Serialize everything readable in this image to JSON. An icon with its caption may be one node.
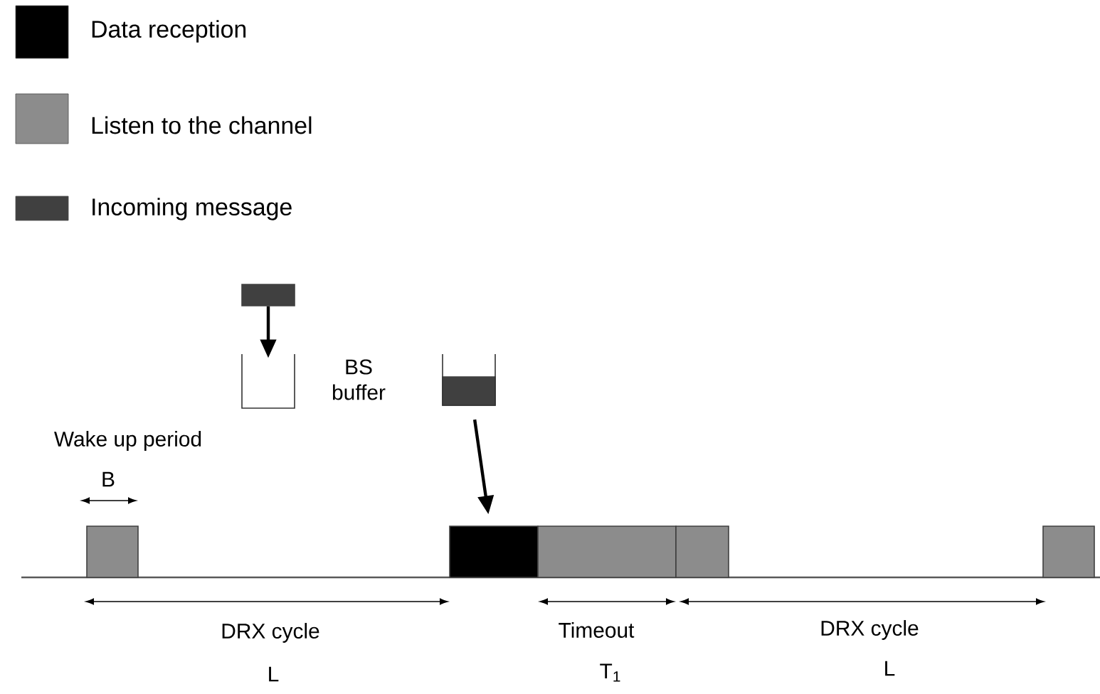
{
  "diagram": {
    "nodes": [
      {
        "text": [],
        "shape": "bar"
      },
      {
        "text": [],
        "shape": "container"
      },
      {
        "text": [],
        "shape": "container"
      },
      {
        "text": [],
        "shape": "box"
      },
      {
        "text": [],
        "shape": "box"
      },
      {
        "text": [],
        "shape": "box"
      },
      {
        "text": [],
        "shape": "box"
      },
      {
        "text": [],
        "shape": "box"
      }
    ],
    "edges": [
      {
        "from": 0,
        "to": 1,
        "arrow": "to"
      },
      {
        "from": 2,
        "to": 4,
        "arrow": "to"
      }
    ],
    "labels": [
      "BS buffer",
      "Wake up period",
      "B",
      "DRX cycle",
      "L",
      "Timeout",
      "T$_{1}$",
      "DRX cycle",
      "L"
    ],
    "legend": [
      {
        "text": "Data reception",
        "color": "#000000"
      },
      {
        "text": "Listen to the channel",
        "color": "#8c8c8c"
      },
      {
        "text": "Incoming message",
        "color": "#404040"
      }
    ]
  }
}
